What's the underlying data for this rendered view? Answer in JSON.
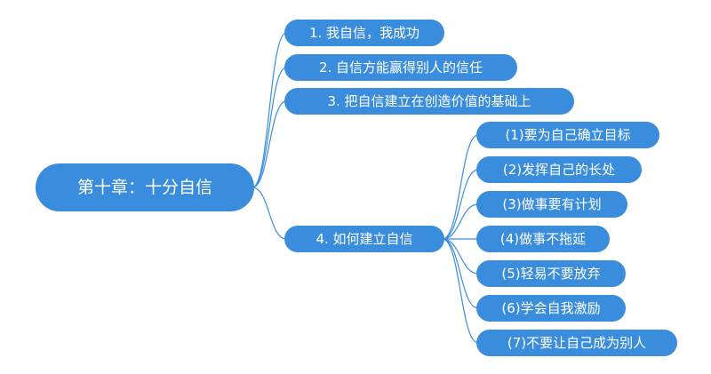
{
  "colors": {
    "node_fill": "#3a8ddd",
    "connector": "#3a8ddd",
    "background": "#ffffff"
  },
  "root": {
    "label": "第十章：十分自信"
  },
  "branches": [
    {
      "label": "1. 我自信，我成功"
    },
    {
      "label": "2. 自信方能赢得别人的信任"
    },
    {
      "label": "3. 把自信建立在创造价值的基础上"
    },
    {
      "label": "4. 如何建立自信",
      "children": [
        {
          "label": "(1)要为自己确立目标"
        },
        {
          "label": "(2)发挥自己的长处"
        },
        {
          "label": "(3)做事要有计划"
        },
        {
          "label": "(4)做事不拖延"
        },
        {
          "label": "(5)轻易不要放弃"
        },
        {
          "label": "(6)学会自我激励"
        },
        {
          "label": "(7)不要让自己成为别人"
        }
      ]
    }
  ]
}
